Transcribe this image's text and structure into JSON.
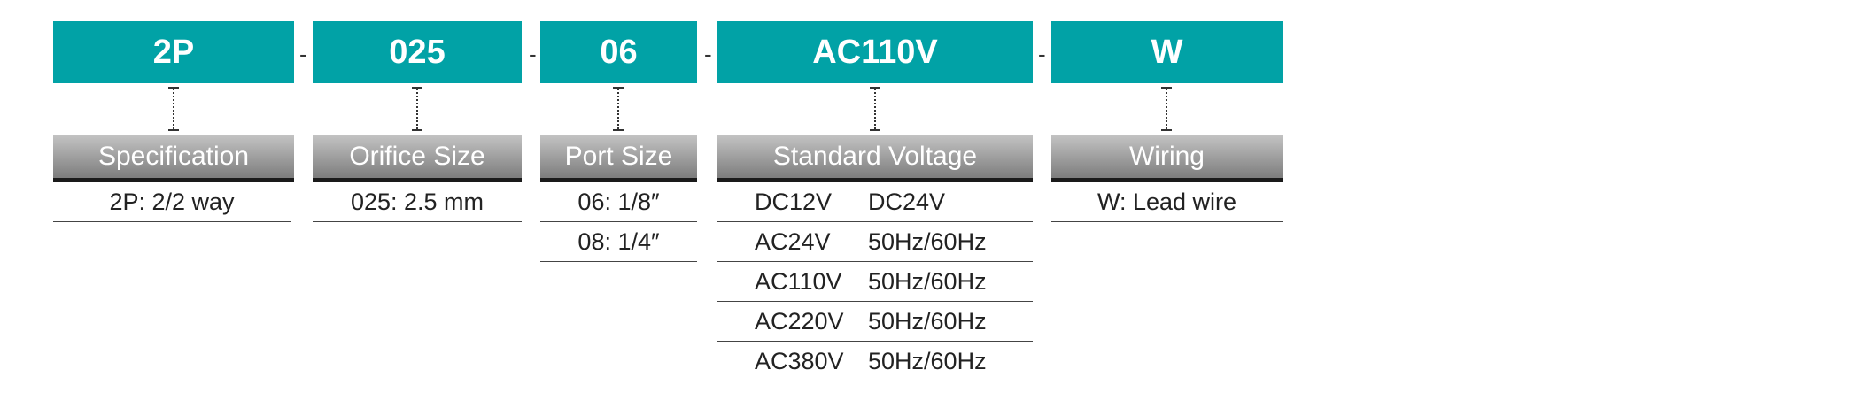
{
  "segments": [
    {
      "code": "2P",
      "label": "Specification",
      "options": [
        "2P: 2/2 way"
      ]
    },
    {
      "code": "025",
      "label": "Orifice Size",
      "options": [
        "025: 2.5 mm"
      ]
    },
    {
      "code": "06",
      "label": "Port Size",
      "options": [
        "06: 1/8″",
        "08: 1/4″"
      ]
    },
    {
      "code": "AC110V",
      "label": "Standard Voltage",
      "options": [
        {
          "voltage": "DC12V",
          "frequency": "DC24V"
        },
        {
          "voltage": "AC24V",
          "frequency": "50Hz/60Hz"
        },
        {
          "voltage": "AC110V",
          "frequency": "50Hz/60Hz"
        },
        {
          "voltage": "AC220V",
          "frequency": "50Hz/60Hz"
        },
        {
          "voltage": "AC380V",
          "frequency": "50Hz/60Hz"
        }
      ]
    },
    {
      "code": "W",
      "label": "Wiring",
      "options": [
        "W: Lead wire"
      ]
    }
  ],
  "separator": "-",
  "colors": {
    "code_box": "#01a2a6",
    "label_top": "#c4c4c4",
    "label_bottom": "#7d7d7d",
    "rule": "#1a1a1a"
  }
}
